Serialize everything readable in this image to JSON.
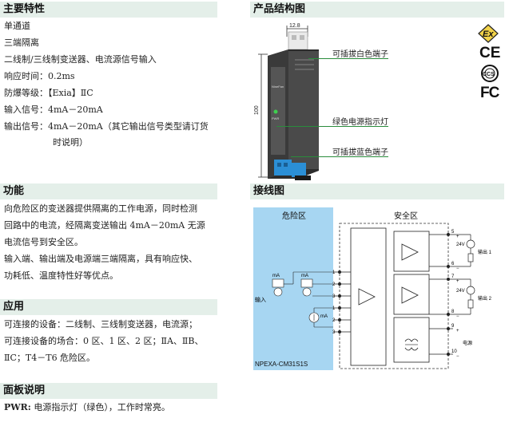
{
  "sections": {
    "features": "主要特性",
    "structure": "产品结构图",
    "function": "功能",
    "wiring": "接线图",
    "application": "应用",
    "panel": "面板说明"
  },
  "features": [
    "单通道",
    "三端隔离",
    "二线制/三线制变送器、电流源信号输入",
    "响应时间：0.2ms",
    "防爆等级：【Exia】ⅡC",
    "输入信号：4mA－20mA",
    "输出信号：4mA－20mA（其它输出信号类型请订货",
    "时说明）"
  ],
  "function": [
    "向危险区的变送器提供隔离的工作电源，同时检测",
    "回路中的电流，经隔离变送输出 4mA－20mA 无源",
    "电流信号到安全区。",
    "输入端、输出端及电源端三端隔离，具有响应快、",
    "功耗低、温度特性好等优点。"
  ],
  "application": [
    "可连接的设备：二线制、三线制变送器，电流源；",
    "可连接设备的场合：0 区、1 区、2 区；ⅡA、ⅡB、",
    "ⅡC；T4－T6 危险区。"
  ],
  "panel": {
    "label": "PWR:",
    "text": "电源指示灯（绿色），工作时常亮。"
  },
  "structure": {
    "dim_top": "12.8",
    "dim_side": "100",
    "callouts": [
      "可插拔白色端子",
      "绿色电源指示灯",
      "可插拔蓝色端子"
    ],
    "device_text": [
      "NineFan",
      "PWR"
    ]
  },
  "certs": [
    "Ex",
    "CE",
    "CCS",
    "FC"
  ],
  "wiring": {
    "hazard_label": "危险区",
    "safe_label": "安全区",
    "model": "NPEXA-CM31S1S",
    "input_label": "输入",
    "ma": "mA",
    "out1": "输出 1",
    "out2": "输出 2",
    "v24": "24V",
    "power": "电源",
    "terminals_left": [
      "1",
      "2",
      "3",
      "1",
      "2",
      "3"
    ],
    "terminals_right": [
      "5",
      "6",
      "7",
      "8",
      "9",
      "10"
    ],
    "pm": [
      "+",
      "−",
      "+",
      "−",
      "+",
      "−",
      "+",
      "−"
    ]
  },
  "colors": {
    "section_bg": "#e4efe9",
    "hazard_bg": "#a7d6f2",
    "callout_line": "#2a8c3c"
  }
}
